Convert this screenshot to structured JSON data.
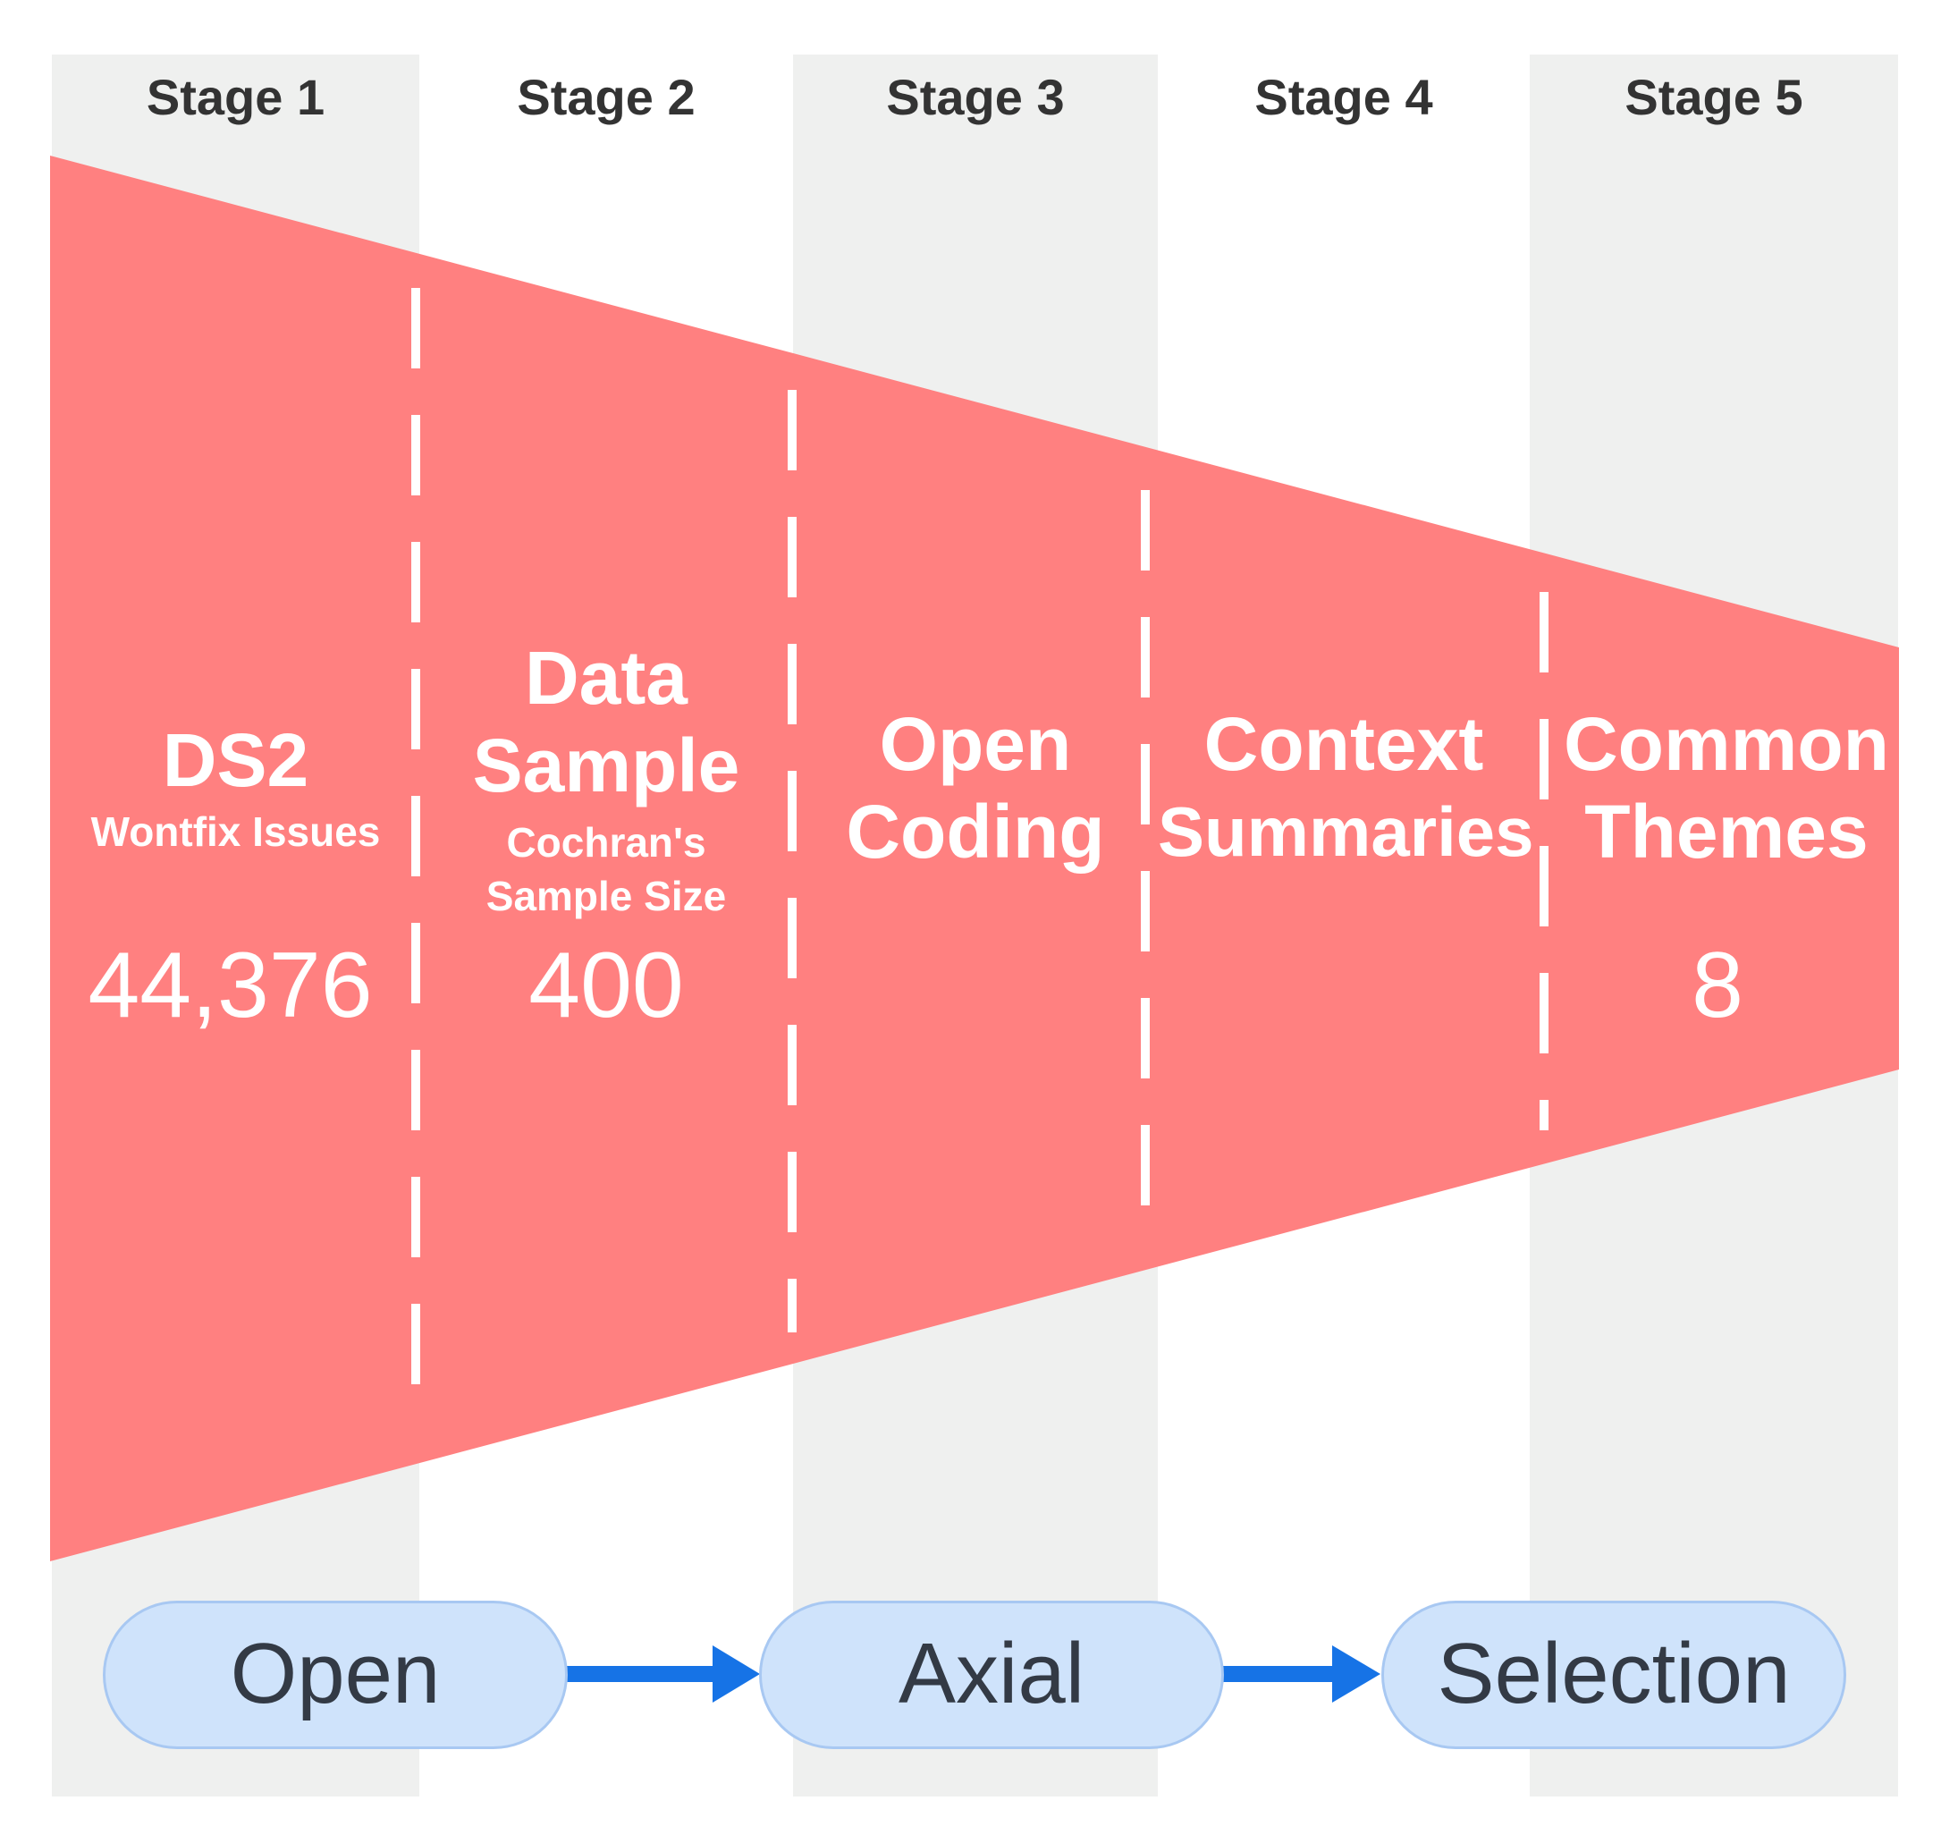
{
  "stages": [
    {
      "label": "Stage 1"
    },
    {
      "label": "Stage 2"
    },
    {
      "label": "Stage 3"
    },
    {
      "label": "Stage 4"
    },
    {
      "label": "Stage 5"
    }
  ],
  "funnel": {
    "sections": [
      {
        "title": "DS2",
        "subtitle": "Wontfix Issues",
        "value": "44,376"
      },
      {
        "title_line1": "Data",
        "title_line2": "Sample",
        "subtitle_line1": "Cochran's",
        "subtitle_line2": "Sample Size",
        "value": "400"
      },
      {
        "title_line1": "Open",
        "title_line2": "Coding"
      },
      {
        "title_line1": "Context",
        "title_line2": "Summaries"
      },
      {
        "title_line1": "Common",
        "title_line2": "Themes",
        "value": "8"
      }
    ],
    "color": "#ff8080"
  },
  "coding_steps": [
    {
      "label": "Open"
    },
    {
      "label": "Axial"
    },
    {
      "label": "Selection"
    }
  ],
  "colors": {
    "column_shade": "#eff0ef",
    "pill_fill": "#cfe3fb",
    "pill_border": "#a8c8f2",
    "arrow": "#1673e6",
    "stage_text": "#333333"
  }
}
